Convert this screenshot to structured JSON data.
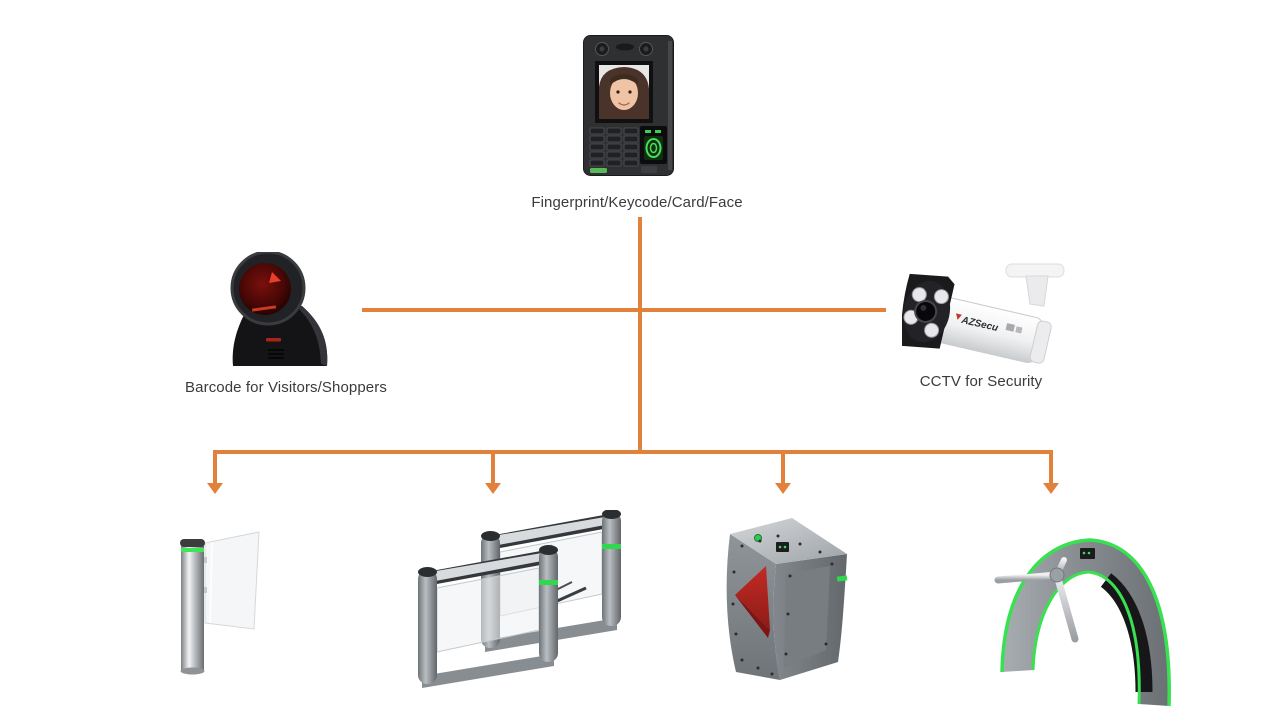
{
  "canvas": {
    "background_color": "#FFFFFF"
  },
  "connectors": {
    "color": "#E2813C",
    "style": "solid-orthogonal",
    "down_arrow_count": 4
  },
  "nodes": {
    "terminal": {
      "label": "Fingerprint/Keycode/Card/Face",
      "icon": "face-recognition-terminal-photo"
    },
    "barcode": {
      "label": "Barcode for Visitors/Shoppers",
      "icon": "omnidirectional-barcode-scanner-photo"
    },
    "cctv": {
      "label": "CCTV for Security",
      "brand_text": "AZSecu",
      "icon": "bullet-cctv-camera-photo"
    },
    "gates": {
      "icons": [
        "single-post-swing-glass-gate-photo",
        "dual-pedestal-swing-barrier-photo",
        "flap-barrier-red-wing-photo",
        "tripod-turnstile-arch-photo"
      ],
      "status_led_color": "#35D94F",
      "flap_wing_color": "#B32421"
    }
  }
}
